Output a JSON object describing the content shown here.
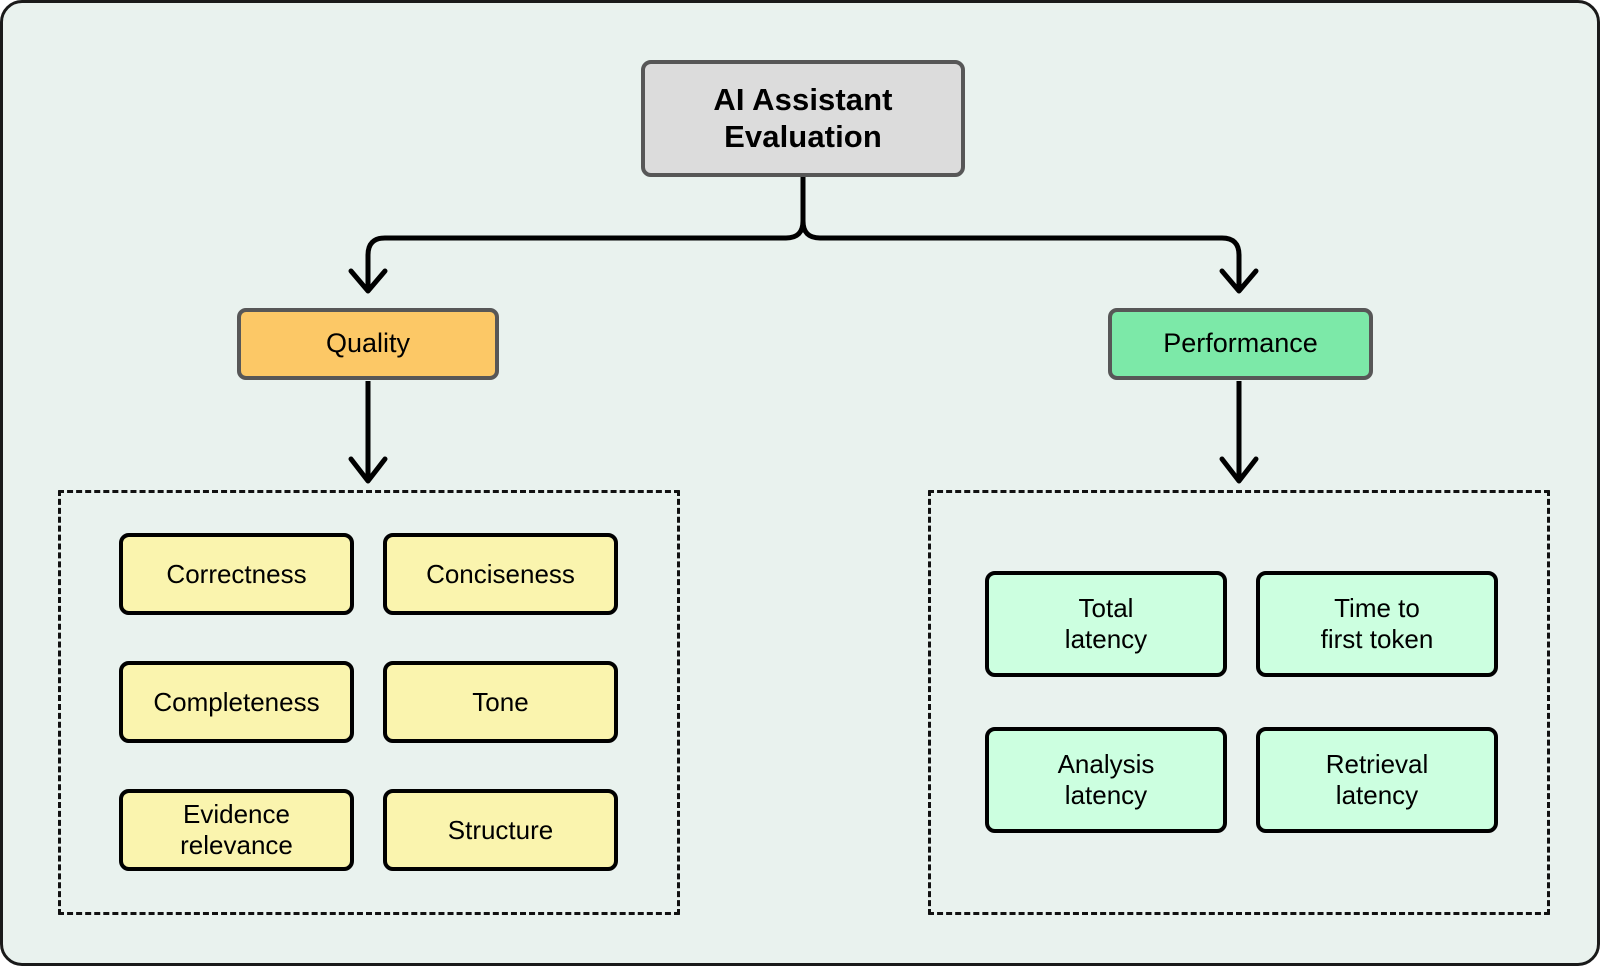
{
  "diagram": {
    "title": "AI Assistant Evaluation",
    "type": "tree-diagram",
    "background_color": "#e9f2ee",
    "root": {
      "label": "AI Assistant\nEvaluation",
      "fill": "#dcdcdc",
      "stroke": "#575757"
    },
    "branches": [
      {
        "label": "Quality",
        "fill": "#fcc866",
        "stroke": "#575757",
        "leaf_fill": "#faf4ae",
        "leaves": [
          {
            "label": "Correctness"
          },
          {
            "label": "Conciseness"
          },
          {
            "label": "Completeness"
          },
          {
            "label": "Tone"
          },
          {
            "label": "Evidence\nrelevance"
          },
          {
            "label": "Structure"
          }
        ]
      },
      {
        "label": "Performance",
        "fill": "#7ce9a8",
        "stroke": "#575757",
        "leaf_fill": "#ccffe0",
        "leaves": [
          {
            "label": "Total\nlatency"
          },
          {
            "label": "Time to\nfirst token"
          },
          {
            "label": "Analysis\nlatency"
          },
          {
            "label": "Retrieval\nlatency"
          }
        ]
      }
    ]
  }
}
